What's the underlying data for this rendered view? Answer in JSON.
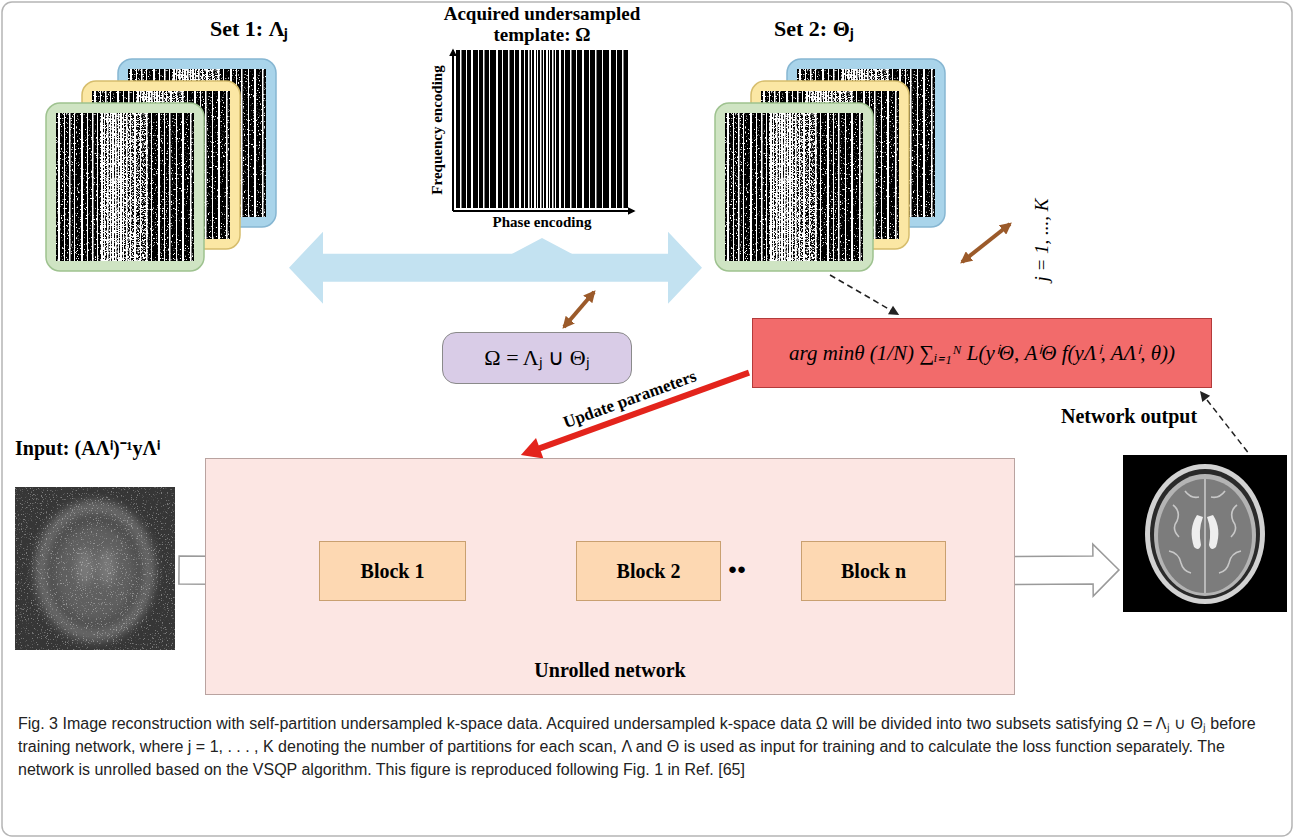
{
  "diagram": {
    "caption": "Fig. 3 Image reconstruction with self-partition undersampled k-space data. Acquired undersampled k-space data Ω will be divided into two subsets satisfying Ω = Λⱼ ∪ Θⱼ before training network, where j = 1, . . . , K denoting the number of partitions for each scan, Λ and Θ is used as input for training and to calculate the loss function separately. The network is unrolled based on the VSQP algorithm. This figure is reproduced following Fig. 1 in Ref. [65]",
    "nodes": [
      {
        "text": [
          "Set 1: Λⱼ"
        ]
      },
      {
        "text": [
          "Acquired undersampled template: Ω"
        ]
      },
      {
        "text": [
          "Set 2: Θⱼ"
        ]
      },
      {
        "text": [
          "Ω = Λⱼ ∪ Θⱼ"
        ]
      },
      {
        "text": [
          "arg minθ (1/N) ∑ᵢ₌₁ᴺ L(yⁱΘ, AⁱΘ f(yΛⁱ, AΛⁱ, θ))"
        ]
      },
      {
        "text": [
          "Input: (AΛⁱ)⁻¹yΛⁱ"
        ]
      },
      {
        "text": [
          "Unrolled network"
        ]
      },
      {
        "text": [
          "Block 1"
        ],
        "in": 6
      },
      {
        "text": [
          "Block 2"
        ],
        "in": 6
      },
      {
        "text": [
          "Block n"
        ],
        "in": 6
      },
      {
        "text": [
          "Network output"
        ]
      }
    ],
    "edges": [
      {
        "from": 0,
        "to": 2,
        "arrow": "both"
      },
      {
        "from": 2,
        "to": 4,
        "arrow": "to"
      },
      {
        "from": 10,
        "to": 4,
        "arrow": "to"
      },
      {
        "from": 4,
        "to": 6,
        "label": "Update parameters",
        "arrow": "to"
      },
      {
        "from": 5,
        "to": 7,
        "arrow": "to"
      },
      {
        "from": 7,
        "to": 8,
        "arrow": "to"
      },
      {
        "from": 8,
        "to": 9,
        "arrow": "to"
      },
      {
        "from": 9,
        "to": 10,
        "arrow": "to"
      }
    ],
    "labels": [
      "Frequency encoding",
      "Phase encoding",
      "j = 1, ..., K",
      "●●"
    ]
  }
}
